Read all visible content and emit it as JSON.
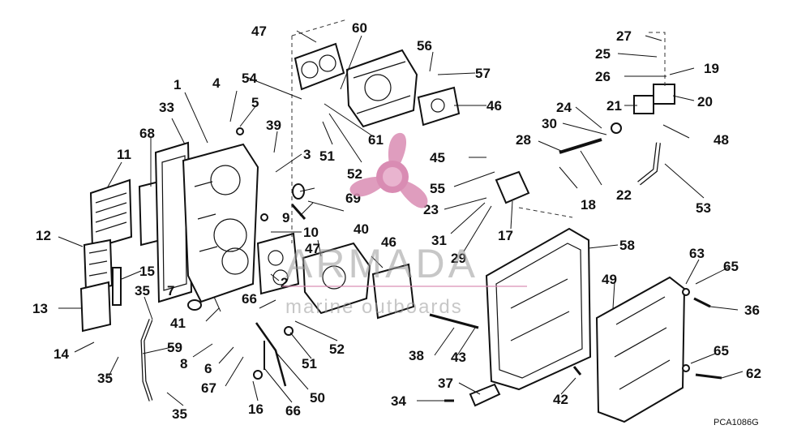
{
  "diagram": {
    "part_code": "PCA1086G",
    "watermark": {
      "brand": "ARMADA",
      "tagline": "marine outboards",
      "accent": "#d98cb3"
    },
    "callouts": [
      {
        "n": "1"
      },
      {
        "n": "2"
      },
      {
        "n": "3"
      },
      {
        "n": "4"
      },
      {
        "n": "5"
      },
      {
        "n": "6"
      },
      {
        "n": "7"
      },
      {
        "n": "8"
      },
      {
        "n": "9"
      },
      {
        "n": "10"
      },
      {
        "n": "11"
      },
      {
        "n": "12"
      },
      {
        "n": "13"
      },
      {
        "n": "14"
      },
      {
        "n": "15"
      },
      {
        "n": "16"
      },
      {
        "n": "17"
      },
      {
        "n": "18"
      },
      {
        "n": "19"
      },
      {
        "n": "20"
      },
      {
        "n": "21"
      },
      {
        "n": "22"
      },
      {
        "n": "23"
      },
      {
        "n": "24"
      },
      {
        "n": "25"
      },
      {
        "n": "26"
      },
      {
        "n": "27"
      },
      {
        "n": "28"
      },
      {
        "n": "29"
      },
      {
        "n": "30"
      },
      {
        "n": "31"
      },
      {
        "n": "33"
      },
      {
        "n": "34"
      },
      {
        "n": "35"
      },
      {
        "n": "35"
      },
      {
        "n": "35"
      },
      {
        "n": "36"
      },
      {
        "n": "37"
      },
      {
        "n": "38"
      },
      {
        "n": "39"
      },
      {
        "n": "40"
      },
      {
        "n": "41"
      },
      {
        "n": "42"
      },
      {
        "n": "43"
      },
      {
        "n": "45"
      },
      {
        "n": "46"
      },
      {
        "n": "46"
      },
      {
        "n": "47"
      },
      {
        "n": "47"
      },
      {
        "n": "48"
      },
      {
        "n": "49"
      },
      {
        "n": "50"
      },
      {
        "n": "51"
      },
      {
        "n": "51"
      },
      {
        "n": "52"
      },
      {
        "n": "52"
      },
      {
        "n": "53"
      },
      {
        "n": "54"
      },
      {
        "n": "55"
      },
      {
        "n": "56"
      },
      {
        "n": "57"
      },
      {
        "n": "58"
      },
      {
        "n": "59"
      },
      {
        "n": "60"
      },
      {
        "n": "61"
      },
      {
        "n": "62"
      },
      {
        "n": "63"
      },
      {
        "n": "65"
      },
      {
        "n": "65"
      },
      {
        "n": "66"
      },
      {
        "n": "66"
      },
      {
        "n": "67"
      },
      {
        "n": "68"
      },
      {
        "n": "69"
      }
    ]
  }
}
